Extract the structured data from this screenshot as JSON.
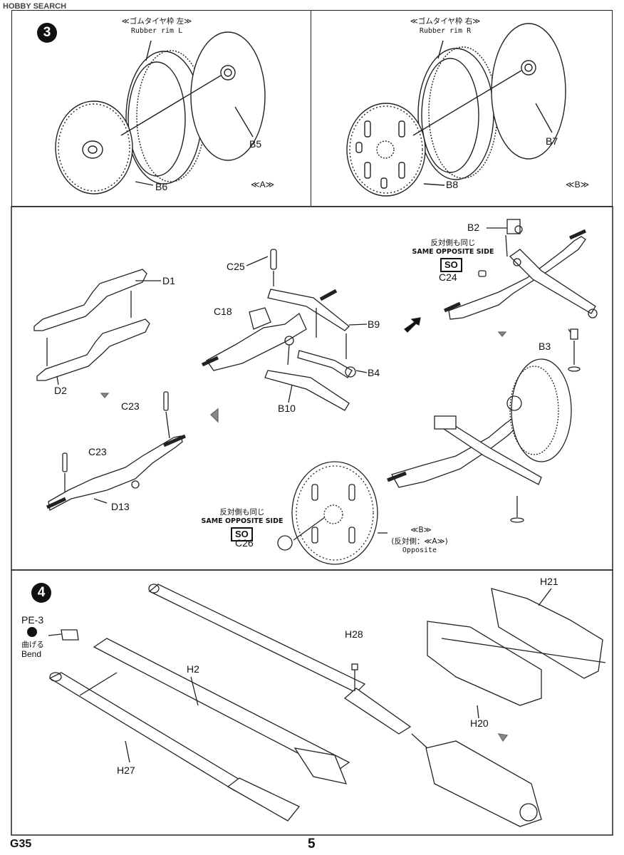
{
  "header": {
    "watermark": "HOBBY SEARCH"
  },
  "footer": {
    "code": "G35",
    "page_number": "5"
  },
  "step3": {
    "number": "3",
    "left": {
      "title_jp": "≪ゴムタイヤ枠 左≫",
      "title_en": "Rubber rim L",
      "part_outer": "B5",
      "part_inner": "B6",
      "variant": "≪A≫"
    },
    "right": {
      "title_jp": "≪ゴムタイヤ枠 右≫",
      "title_en": "Rubber rim R",
      "part_outer": "B7",
      "part_inner": "B8",
      "variant": "≪B≫"
    }
  },
  "axle": {
    "parts": {
      "d1": "D1",
      "d2": "D2",
      "c23a": "C23",
      "c23b": "C23",
      "d13": "D13",
      "c25": "C25",
      "c18": "C18",
      "b9": "B9",
      "b4": "B4",
      "b10": "B10",
      "b2": "B2",
      "c24": "C24",
      "b3": "B3",
      "c26": "C26"
    },
    "same_side_jp": "反対側も同じ",
    "same_side_en": "SAME OPPOSITE SIDE",
    "so_badge": "SO",
    "wheel_variant": "≪B≫",
    "opposite_jp": "(反対側：≪A≫)",
    "opposite_en": "Opposite"
  },
  "step4": {
    "number": "4",
    "parts": {
      "pe3": "PE-3",
      "h2": "H2",
      "h27": "H27",
      "h28": "H28",
      "h21": "H21",
      "h20": "H20"
    },
    "bend_jp": "曲げる",
    "bend_en": "Bend"
  }
}
